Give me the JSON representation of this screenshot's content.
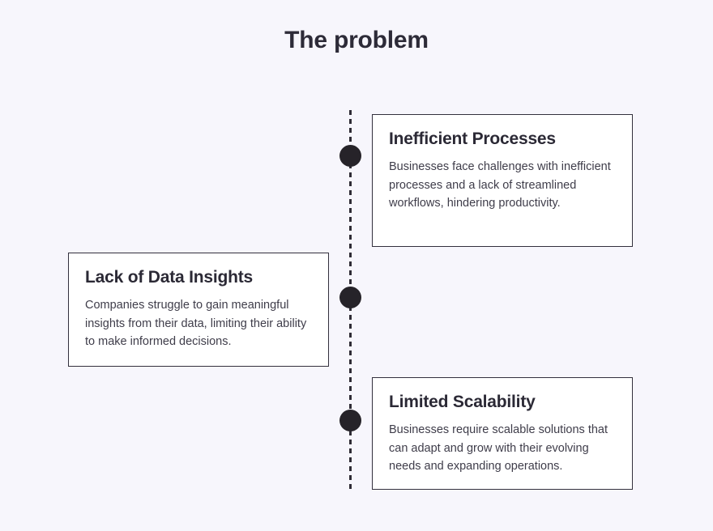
{
  "page": {
    "title": "The problem",
    "background_color": "#f7f6fc"
  },
  "timeline": {
    "line_style": "dashed",
    "line_color": "#2f2c36",
    "dot_color": "#262329",
    "marker_count": 3,
    "markers": [
      {
        "name": "timeline-dot-1"
      },
      {
        "name": "timeline-dot-2"
      },
      {
        "name": "timeline-dot-3"
      }
    ]
  },
  "cards": [
    {
      "title": "Inefficient Processes",
      "body": "Businesses face challenges with inefficient processes and a lack of streamlined workflows, hindering productivity.",
      "side": "right"
    },
    {
      "title": "Lack of Data Insights",
      "body": "Companies struggle to gain meaningful insights from their data, limiting their ability to make informed decisions.",
      "side": "left"
    },
    {
      "title": "Limited Scalability",
      "body": "Businesses require scalable solutions that can adapt and grow with their evolving needs and expanding operations.",
      "side": "right"
    }
  ],
  "colors": {
    "card_background": "#ffffff",
    "card_border": "#33303d",
    "heading_text": "#2b2935",
    "body_text": "#3f3d4a"
  }
}
